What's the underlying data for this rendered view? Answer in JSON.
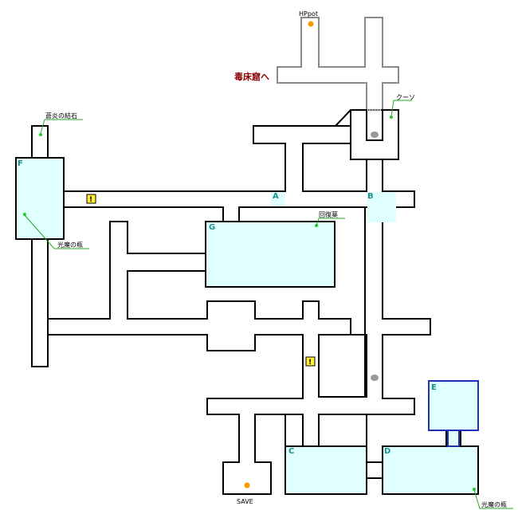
{
  "map": {
    "rooms": {
      "A": "A",
      "B": "B",
      "C": "C",
      "D": "D",
      "E": "E",
      "F": "F",
      "G": "G"
    },
    "labels": {
      "hppot": "HPpot",
      "poison_cave": "毒床窟へ",
      "kuso": "クーソ",
      "soen_crystal": "蒼炎の結石",
      "kouma_bottle_left": "光魔の瓶",
      "kouma_bottle_right": "光魔の瓶",
      "recovery_medicine": "回復薬",
      "save": "SAVE"
    },
    "warnings": [
      "!",
      "!"
    ],
    "icons": {
      "item_marker": "green-dot-icon",
      "pot_marker": "orange-dot-icon",
      "stone_marker": "grey-boulder-icon",
      "warning_marker": "exclamation-icon"
    },
    "colors": {
      "room_fill": "#e0ffff",
      "room_E_border": "#1f2fb8",
      "title_red": "#8b0000",
      "item_green": "#22cc22",
      "pot_orange": "#ff9900",
      "warning_yellow": "#ffee33",
      "room_letter": "#1a8f8f"
    }
  }
}
